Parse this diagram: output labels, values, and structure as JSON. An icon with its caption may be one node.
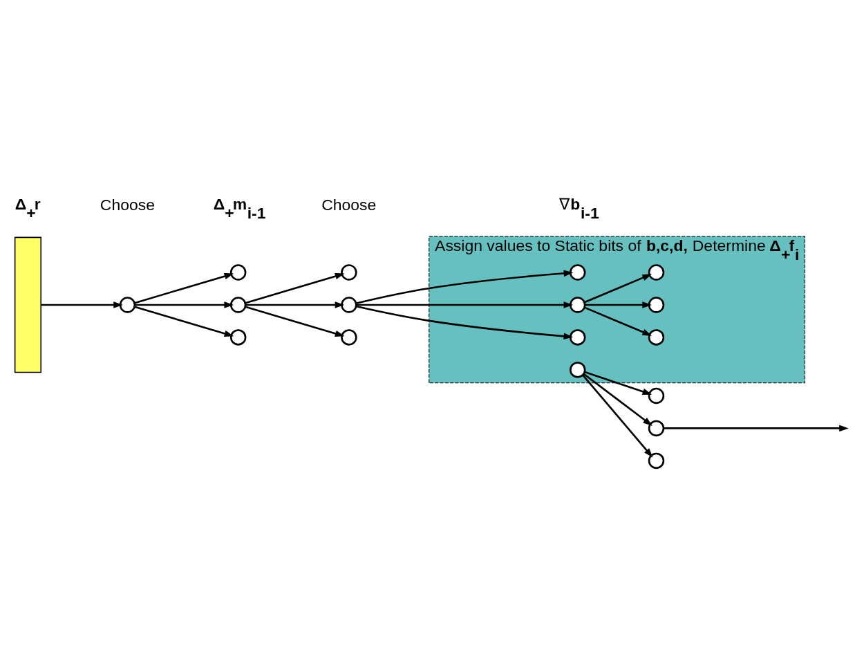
{
  "diagram": {
    "nodes": [
      {
        "text": [],
        "shape": "box"
      },
      {
        "text": [],
        "shape": "circle"
      },
      {
        "text": [],
        "shape": "circle"
      },
      {
        "text": [],
        "shape": "circle"
      },
      {
        "text": [],
        "shape": "circle"
      },
      {
        "text": [],
        "shape": "circle"
      },
      {
        "text": [],
        "shape": "circle"
      },
      {
        "text": [],
        "shape": "circle"
      },
      {
        "text": [
          "Assign values to Static bits of **b,c,d,** Determine **Δ$_{+}$f$_{i}$**"
        ]
      },
      {
        "text": [],
        "shape": "circle",
        "in": 8
      },
      {
        "text": [],
        "shape": "circle",
        "in": 8
      },
      {
        "text": [],
        "shape": "circle",
        "in": 8
      },
      {
        "text": [],
        "shape": "circle",
        "in": 8
      },
      {
        "text": [],
        "shape": "circle",
        "in": 8
      },
      {
        "text": [],
        "shape": "circle",
        "in": 8
      },
      {
        "text": [],
        "shape": "circle",
        "in": 8
      },
      {
        "text": [],
        "shape": "circle"
      },
      {
        "text": [],
        "shape": "circle"
      },
      {
        "text": [],
        "shape": "circle"
      }
    ],
    "edges": [
      {
        "from": 0,
        "to": 1,
        "arrow": "to"
      },
      {
        "from": 1,
        "to": 2,
        "arrow": "to"
      },
      {
        "from": 1,
        "to": 3,
        "arrow": "to"
      },
      {
        "from": 1,
        "to": 4,
        "arrow": "to"
      },
      {
        "from": 3,
        "to": 5,
        "arrow": "to"
      },
      {
        "from": 3,
        "to": 6,
        "arrow": "to"
      },
      {
        "from": 3,
        "to": 7,
        "arrow": "to"
      },
      {
        "from": 6,
        "to": 9,
        "arrow": "to"
      },
      {
        "from": 6,
        "to": 10,
        "arrow": "to"
      },
      {
        "from": 6,
        "to": 11,
        "arrow": "to"
      },
      {
        "from": 10,
        "to": 12,
        "arrow": "to"
      },
      {
        "from": 10,
        "to": 13,
        "arrow": "to"
      },
      {
        "from": 10,
        "to": 14,
        "arrow": "to"
      },
      {
        "from": 15,
        "to": 16,
        "arrow": "to"
      },
      {
        "from": 15,
        "to": 17,
        "arrow": "to"
      },
      {
        "from": 15,
        "to": 18,
        "arrow": "to"
      },
      {
        "from": 17,
        "to": null,
        "arrow": "to"
      }
    ],
    "labels": [
      "**Δ$_{+}$r**",
      "Choose",
      "**Δ$_{+}$m$_{i-1}$**",
      "Choose",
      "∇**b$_{i-1}$**"
    ]
  }
}
